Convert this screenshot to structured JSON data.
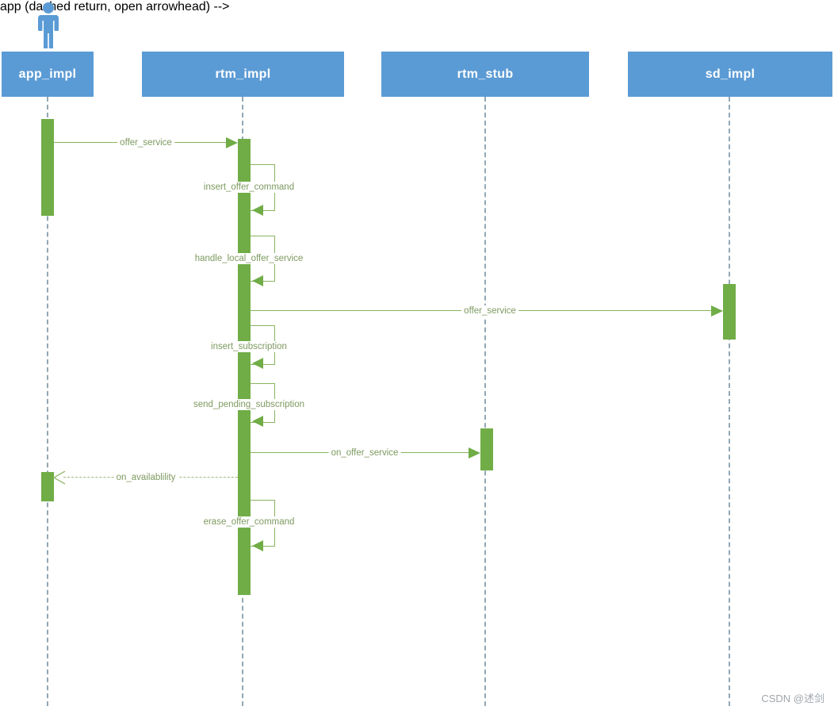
{
  "diagram": {
    "type": "uml-sequence",
    "colors": {
      "participant_fill": "#5b9bd5",
      "participant_text": "#ffffff",
      "activation_fill": "#70ad47",
      "message_line": "#87b35e",
      "message_text": "#7e9a60",
      "lifeline": "#93a7b4"
    },
    "lifelines": [
      {
        "name": "app_impl"
      },
      {
        "name": "rtm_impl"
      },
      {
        "name": "rtm_stub"
      },
      {
        "name": "sd_impl"
      }
    ],
    "messages": [
      {
        "label": "offer_service",
        "kind": "call",
        "from": "app_impl",
        "to": "rtm_impl"
      },
      {
        "label": "insert_offer_command",
        "kind": "self",
        "from": "rtm_impl",
        "to": "rtm_impl"
      },
      {
        "label": "handle_local_offer_service",
        "kind": "self",
        "from": "rtm_impl",
        "to": "rtm_impl"
      },
      {
        "label": "offer_service",
        "kind": "call",
        "from": "rtm_impl",
        "to": "sd_impl"
      },
      {
        "label": "insert_subscription",
        "kind": "self",
        "from": "rtm_impl",
        "to": "rtm_impl"
      },
      {
        "label": "send_pending_subscription",
        "kind": "self",
        "from": "rtm_impl",
        "to": "rtm_impl"
      },
      {
        "label": "on_offer_service",
        "kind": "call",
        "from": "rtm_impl",
        "to": "rtm_stub"
      },
      {
        "label": "on_availablility",
        "kind": "return",
        "from": "rtm_impl",
        "to": "app_impl"
      },
      {
        "label": "erase_offer_command",
        "kind": "self",
        "from": "rtm_impl",
        "to": "rtm_impl"
      }
    ],
    "watermark": "CSDN @述剑"
  }
}
